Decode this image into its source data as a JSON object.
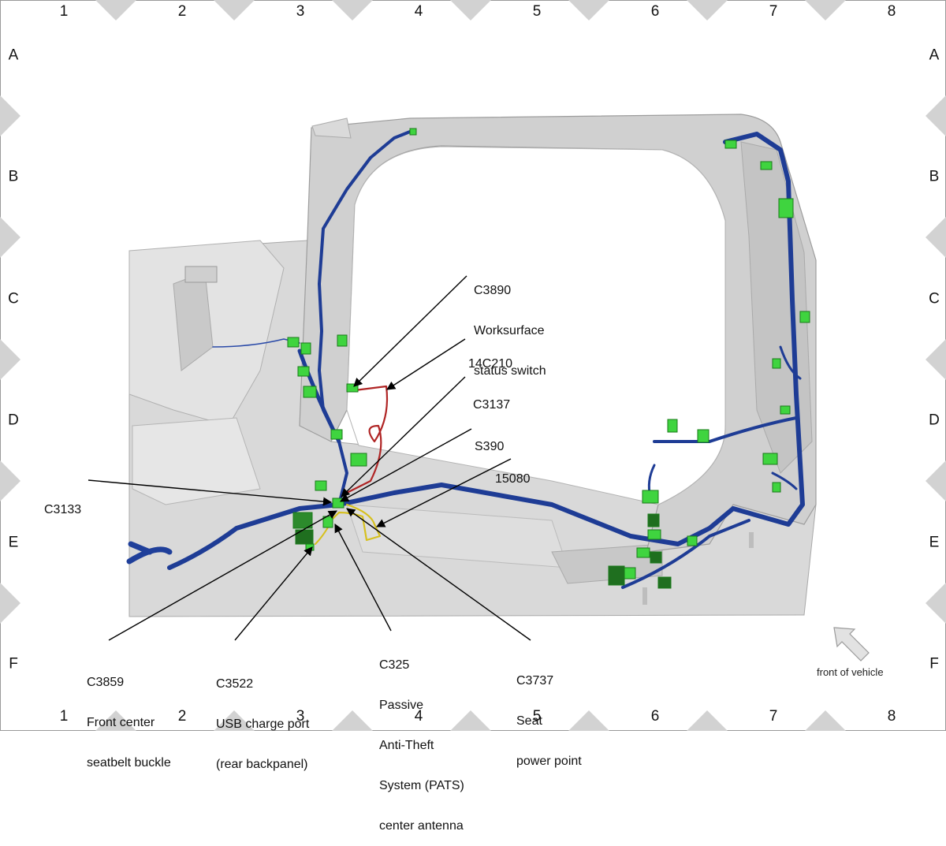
{
  "grid": {
    "columns": [
      "1",
      "2",
      "3",
      "4",
      "5",
      "6",
      "7",
      "8"
    ],
    "rows": [
      "A",
      "B",
      "C",
      "D",
      "E",
      "F"
    ]
  },
  "callouts": {
    "c3890": [
      "C3890",
      "Worksurface",
      "status switch"
    ],
    "c14c210": [
      "14C210"
    ],
    "c3137": [
      "C3137"
    ],
    "s390": [
      "S390"
    ],
    "c15080": [
      "15080"
    ],
    "c3133": [
      "C3133"
    ],
    "c3859": [
      "C3859",
      "Front center",
      "seatbelt buckle"
    ],
    "c3522": [
      "C3522",
      "USB charge port",
      "(rear backpanel)"
    ],
    "c325": [
      "C325",
      "Passive",
      "Anti-Theft",
      "System (PATS)",
      "center antenna"
    ],
    "c3737": [
      "C3737",
      "Seat",
      "power point"
    ]
  },
  "orientation": {
    "label": "front of vehicle",
    "icon": "arrow-up-left-icon"
  },
  "colors": {
    "harness": "#1f3f9a",
    "connector": "#3fd43f",
    "antenna": "#b02525",
    "wire_yellow": "#d6c01d",
    "body": "#cfcfcf",
    "diamond": "#d2d2d2"
  }
}
